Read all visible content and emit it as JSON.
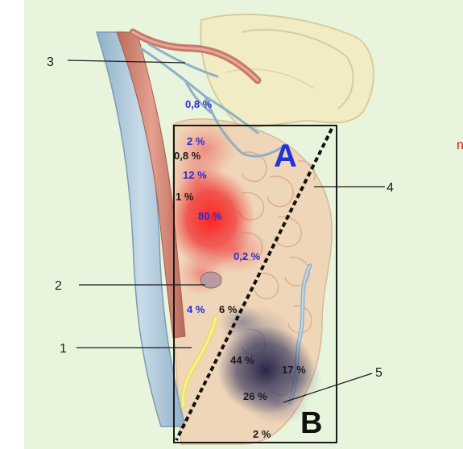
{
  "colors": {
    "background": "#e8f5dc",
    "heat_red": "#ee2222",
    "heat_navy": "#202048",
    "label_blue": "#2b2bd9",
    "label_black": "#1a1a1a",
    "edge_text": "#e01010"
  },
  "zones": {
    "a": "A",
    "b": "B"
  },
  "callouts": [
    "1",
    "2",
    "3",
    "4",
    "5"
  ],
  "percentages": {
    "p_0_8_top": "0,8 %",
    "p_2": "2 %",
    "p_0_8_black": "0,8 %",
    "p_12": "12 %",
    "p_1": "1 %",
    "p_80": "80 %",
    "p_0_2": "0,2 %",
    "p_4": "4 %",
    "p_6": "6 %",
    "p_44": "44 %",
    "p_17": "17 %",
    "p_26": "26 %",
    "p_2_bottom": "2 %"
  },
  "edge_text": "n"
}
